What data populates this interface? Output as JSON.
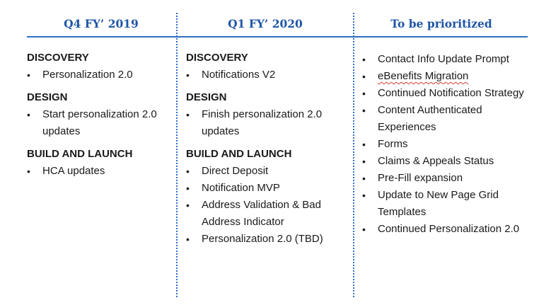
{
  "columns": [
    {
      "heading": "Q4 FY’ 2019",
      "sections": [
        {
          "title": "DISCOVERY",
          "items": [
            "Personalization 2.0"
          ]
        },
        {
          "title": "DESIGN",
          "items": [
            "Start personalization 2.0 updates"
          ]
        },
        {
          "title": "BUILD AND LAUNCH",
          "items": [
            "HCA updates"
          ]
        }
      ]
    },
    {
      "heading": "Q1 FY’ 2020",
      "sections": [
        {
          "title": "DISCOVERY",
          "items": [
            "Notifications V2"
          ]
        },
        {
          "title": "DESIGN",
          "items": [
            "Finish personalization 2.0 updates"
          ]
        },
        {
          "title": "BUILD AND LAUNCH",
          "items": [
            "Direct Deposit",
            "Notification MVP",
            "Address Validation & Bad Address Indicator",
            "Personalization 2.0 (TBD)"
          ]
        }
      ]
    },
    {
      "heading": "To be prioritized",
      "items": [
        "Contact Info Update Prompt",
        "eBenefits Migration",
        "Continued Notification Strategy",
        "Content Authenticated Experiences",
        "Forms",
        "Claims & Appeals Status",
        "Pre-Fill expansion",
        "Update to New Page Grid Templates",
        "Continued Personalization 2.0"
      ]
    }
  ]
}
